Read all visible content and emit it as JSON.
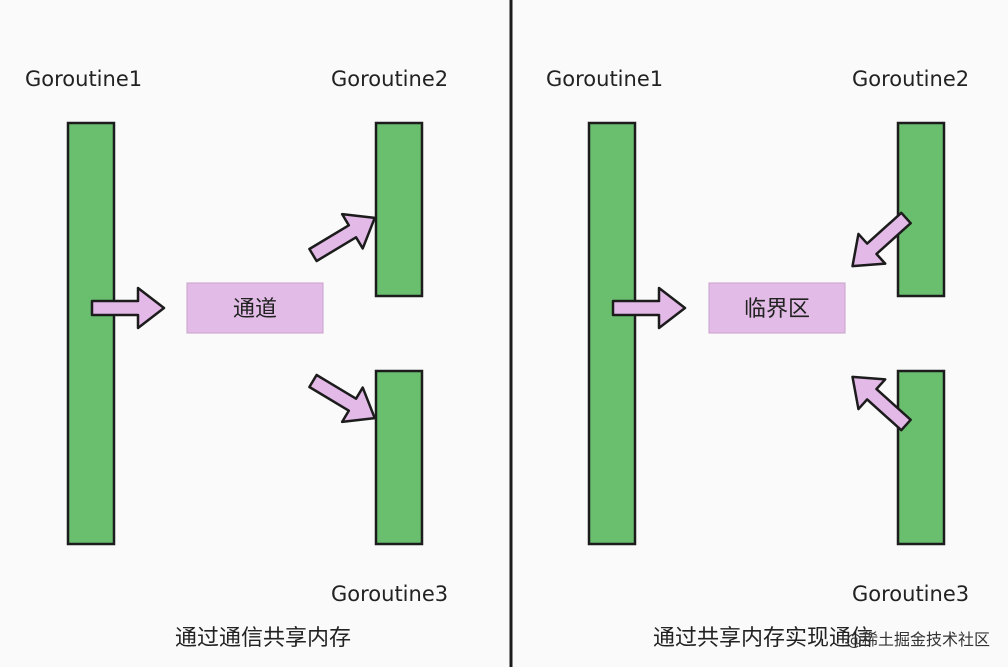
{
  "colors": {
    "goroutine_fill": "#6abf6f",
    "goroutine_stroke": "#1c1c1c",
    "box_fill": "#e2bce6",
    "arrow_fill": "#e3b9e7",
    "divider": "#1c1c1c",
    "background": "#fafafa"
  },
  "left_panel": {
    "goroutine1_label": "Goroutine1",
    "goroutine2_label": "Goroutine2",
    "goroutine3_label": "Goroutine3",
    "box_label": "通道",
    "caption": "通过通信共享内存"
  },
  "right_panel": {
    "goroutine1_label": "Goroutine1",
    "goroutine2_label": "Goroutine2",
    "goroutine3_label": "Goroutine3",
    "box_label": "临界区",
    "caption": "通过共享内存实现通信"
  },
  "watermark": "@稀土掘金技术社区"
}
